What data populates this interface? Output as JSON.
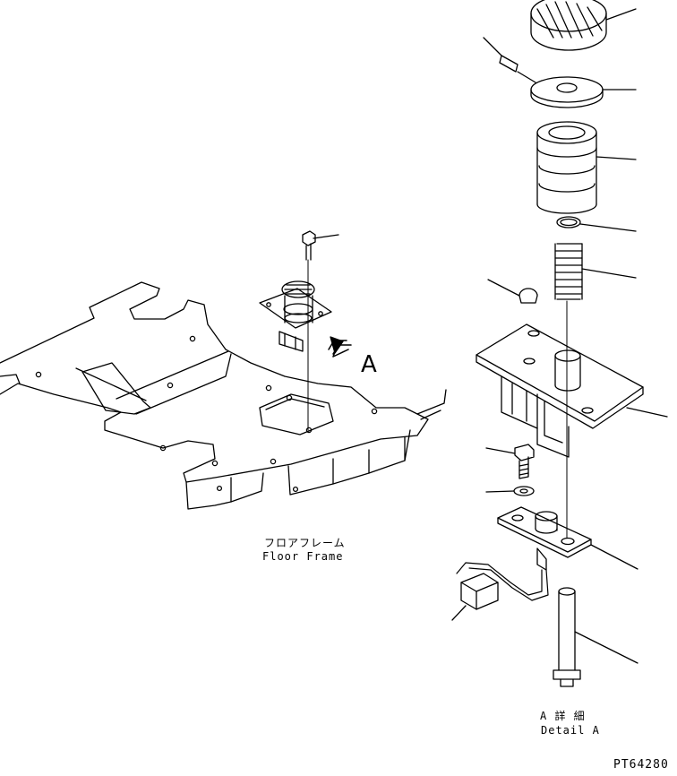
{
  "floor_frame": {
    "label_jp": "フロアフレーム",
    "label_en": "Floor Frame"
  },
  "view_marker": {
    "letter": "A"
  },
  "detail": {
    "label_jp": "A 詳 細",
    "label_en": "Detail A"
  },
  "figure_code": "PT64280"
}
